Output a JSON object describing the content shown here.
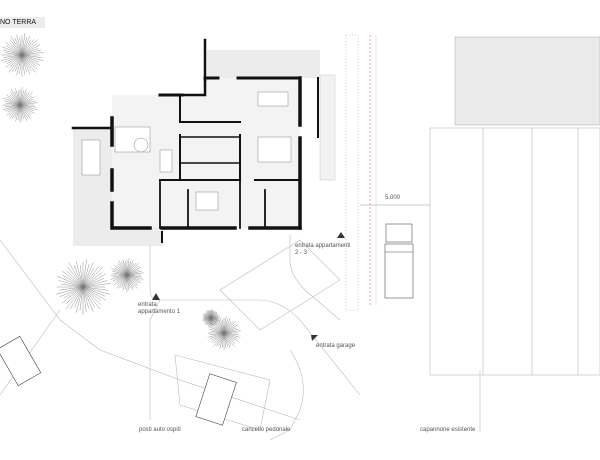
{
  "title": "NO TERRA",
  "dimension": "5.000",
  "labels": {
    "entrance_23": "entrata appartamenti 2 - 3",
    "entrance_1": "entrata appartamento 1",
    "garage": "entrata garage",
    "guest_parking": "posti auto ospiti",
    "pedestrian_gate": "cancello pedonale",
    "existing_shed": "capannone esistente"
  },
  "colors": {
    "wall": "#111111",
    "fill": "#efefef",
    "line": "#bbbbbb",
    "property_line": "#e8909a"
  }
}
